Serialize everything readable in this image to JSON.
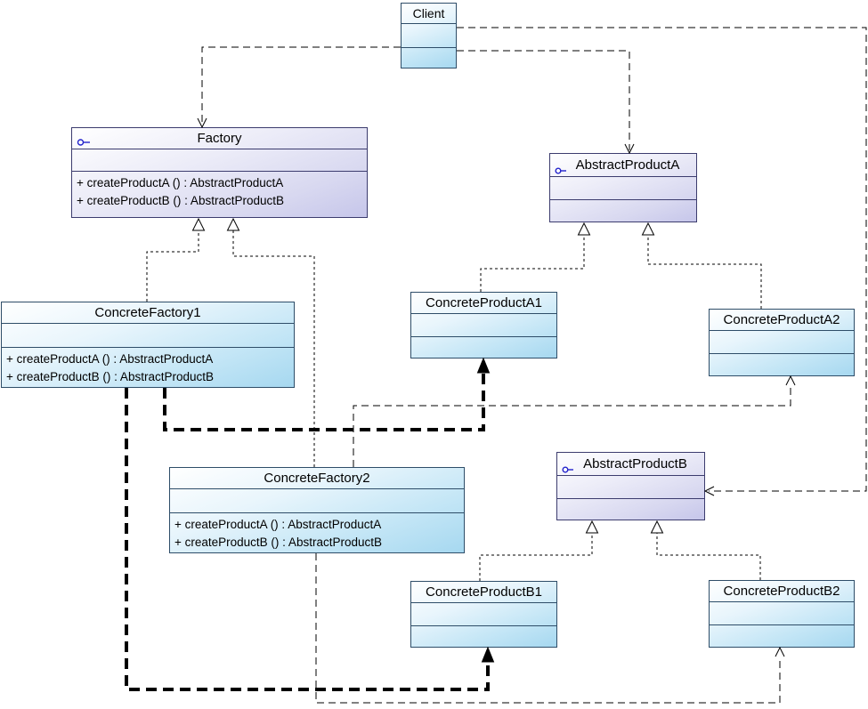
{
  "diagram": {
    "kind": "uml-class-diagram",
    "pattern": "Abstract Factory",
    "classes": {
      "client": {
        "name": "Client"
      },
      "factory": {
        "name": "Factory",
        "methods": [
          "+ createProductA () : AbstractProductA",
          "+ createProductB () : AbstractProductB"
        ]
      },
      "abstract_product_a": {
        "name": "AbstractProductA"
      },
      "abstract_product_b": {
        "name": "AbstractProductB"
      },
      "concrete_factory_1": {
        "name": "ConcreteFactory1",
        "methods": [
          "+ createProductA () : AbstractProductA",
          "+ createProductB () : AbstractProductB"
        ]
      },
      "concrete_factory_2": {
        "name": "ConcreteFactory2",
        "methods": [
          "+ createProductA () : AbstractProductA",
          "+ createProductB () : AbstractProductB"
        ]
      },
      "concrete_product_a1": {
        "name": "ConcreteProductA1"
      },
      "concrete_product_a2": {
        "name": "ConcreteProductA2"
      },
      "concrete_product_b1": {
        "name": "ConcreteProductB1"
      },
      "concrete_product_b2": {
        "name": "ConcreteProductB2"
      }
    },
    "colors": {
      "class_fill_bottom": "#a6d8f0",
      "class_border": "#2e4d68",
      "interface_fill_bottom": "#c6c6ea",
      "interface_border": "#3c3c6e",
      "interface_icon": "#2323cc",
      "connector": "#000000"
    }
  }
}
